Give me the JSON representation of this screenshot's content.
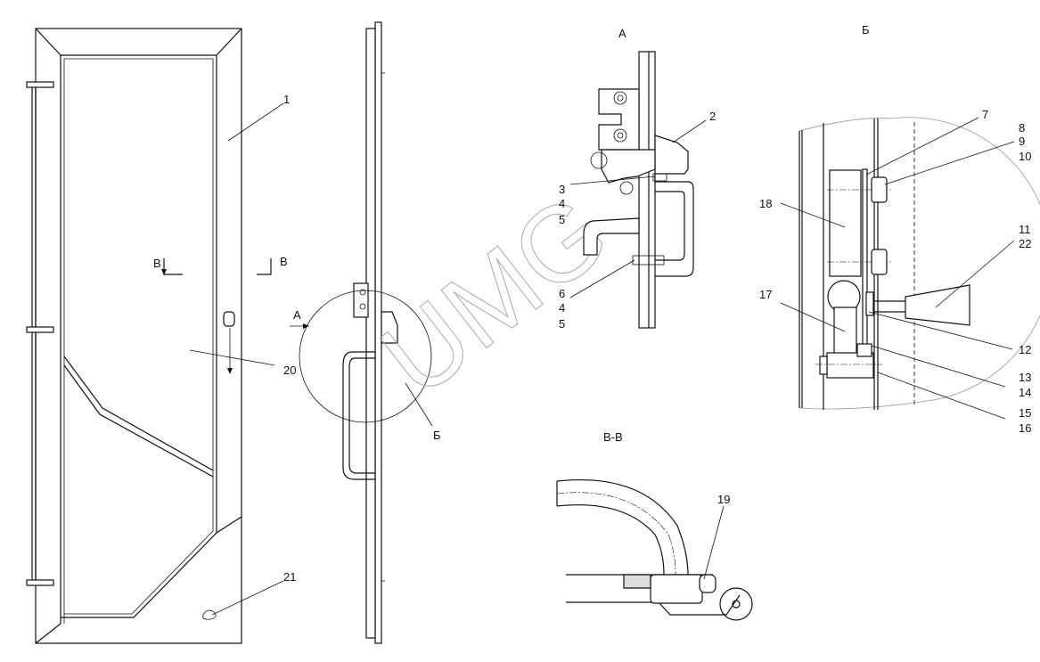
{
  "views": {
    "view_a_title": "А",
    "view_b_title": "Б",
    "section_title": "В-В",
    "section_mark_left": "В",
    "section_mark_right": "В",
    "arrow_a": "А",
    "callout_b": "Б"
  },
  "callouts": {
    "door": [
      "1",
      "20",
      "21"
    ],
    "view_a": [
      "2",
      "3",
      "4",
      "5",
      "6",
      "4",
      "5"
    ],
    "view_b": [
      "7",
      "8",
      "9",
      "10",
      "18",
      "11",
      "22",
      "17",
      "12",
      "13",
      "14",
      "15",
      "16"
    ],
    "section": [
      "19"
    ]
  },
  "watermark": "UMG"
}
